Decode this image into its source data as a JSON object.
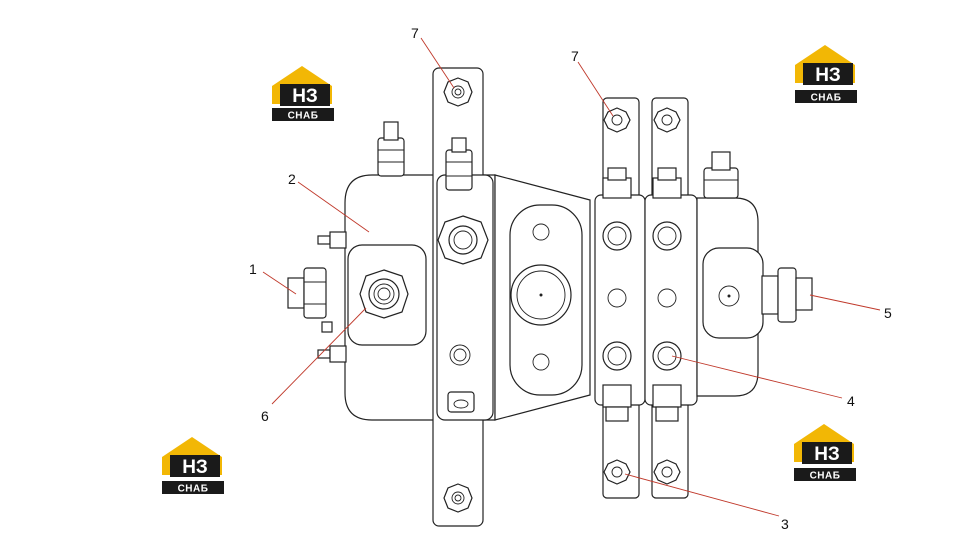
{
  "logos": [
    {
      "id": "logo-top-left",
      "mark": "НЗ",
      "sub": "СНАБ"
    },
    {
      "id": "logo-top-right",
      "mark": "НЗ",
      "sub": "СНАБ"
    },
    {
      "id": "logo-bottom-left",
      "mark": "НЗ",
      "sub": "СНАБ"
    },
    {
      "id": "logo-bottom-right",
      "mark": "НЗ",
      "sub": "СНАБ"
    }
  ],
  "callouts": {
    "c1": "1",
    "c2": "2",
    "c3": "3",
    "c4": "4",
    "c5": "5",
    "c6": "6",
    "c7a": "7",
    "c7b": "7"
  },
  "colors": {
    "logo_yellow": "#f2b705",
    "logo_dark": "#1a1a1a",
    "leader_red": "#c0392b"
  }
}
